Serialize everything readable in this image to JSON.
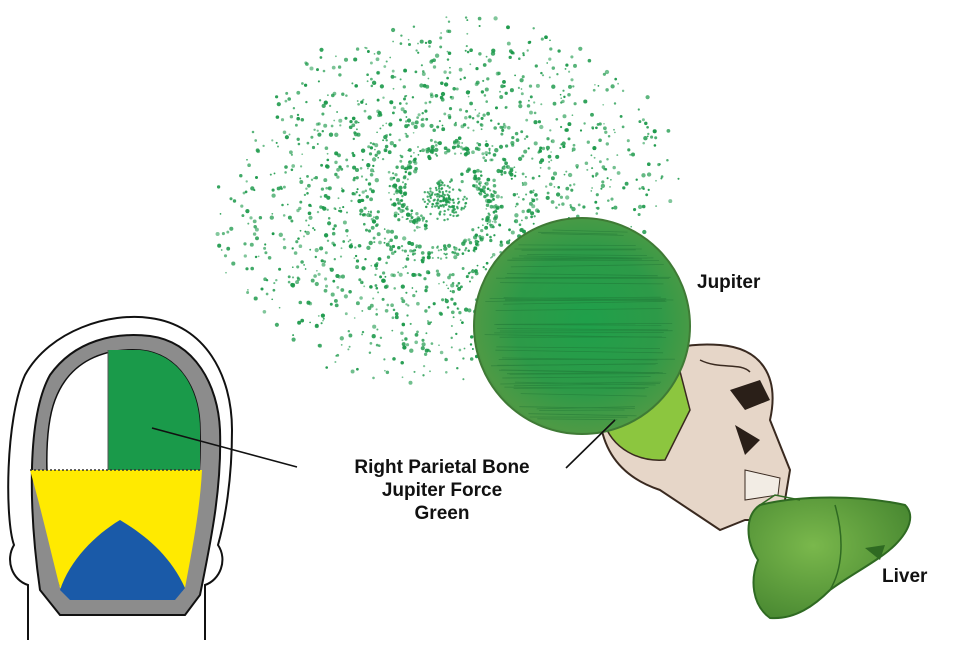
{
  "labels": {
    "jupiter": "Jupiter",
    "liver": "Liver",
    "center_lines": [
      "Right Parietal Bone",
      "Jupiter Force",
      "Green"
    ]
  },
  "colors": {
    "spiral": "#1e9a4c",
    "planet": "#2f9c4a",
    "head_outline": "#8a8a8a",
    "parietal_green": "#1a9a4a",
    "yellow": "#ffea00",
    "blue": "#1a5aa8",
    "skull": "#e6d6c8",
    "skull_green": "#8cc63f",
    "liver": "#5a9a3a"
  },
  "icons": [
    "spiral-galaxy-icon",
    "jupiter-planet-icon",
    "skull-icon",
    "liver-icon",
    "head-back-icon"
  ]
}
